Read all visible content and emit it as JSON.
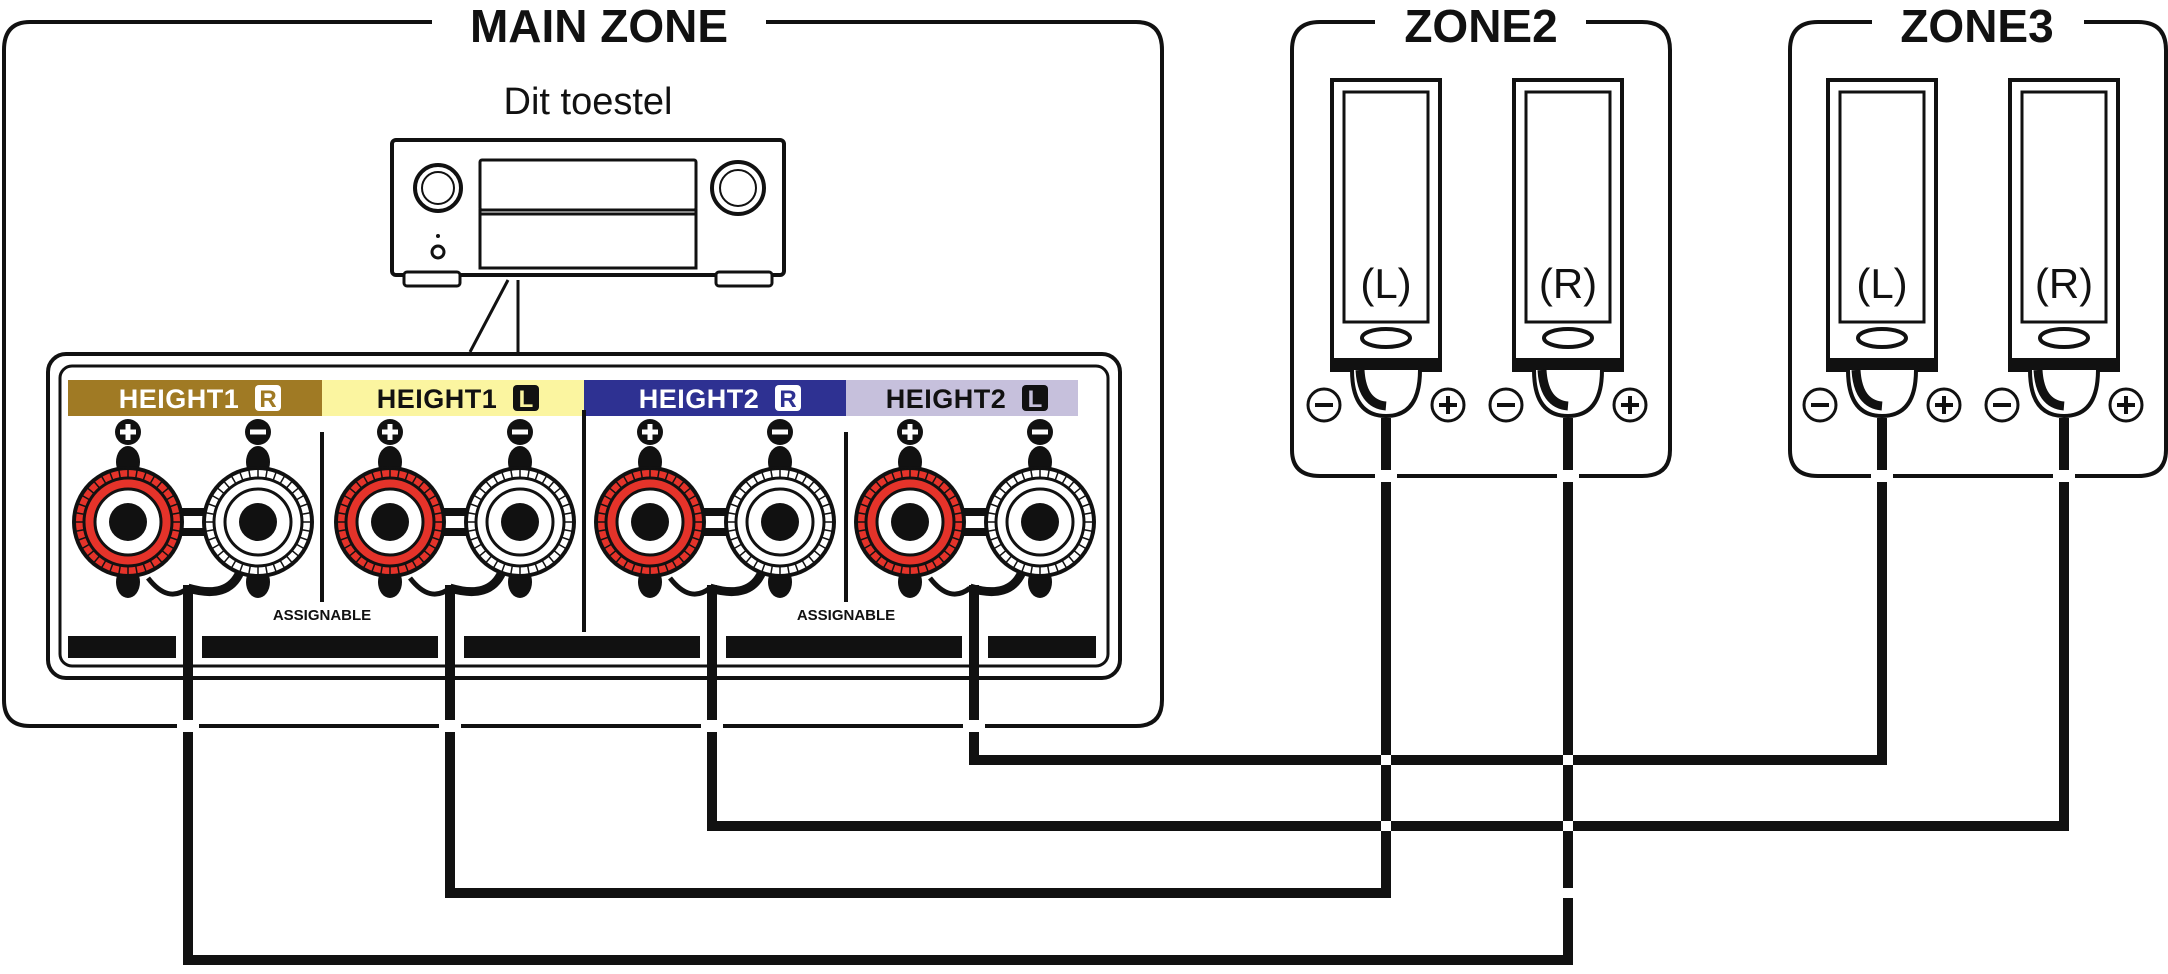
{
  "zones": {
    "main_title": "MAIN ZONE",
    "zone2_title": "ZONE2",
    "zone3_title": "ZONE3"
  },
  "device_label": "Dit toestel",
  "terminals": [
    {
      "label": "HEIGHT1",
      "side": "R",
      "color": "#a07a24",
      "label_color": "#ffffff",
      "badge_fill": "#ffffff",
      "badge_text": "#a07a24"
    },
    {
      "label": "HEIGHT1",
      "side": "L",
      "color": "#fbf5a0",
      "label_color": "#111111",
      "badge_fill": "#111111",
      "badge_text": "#fbf5a0"
    },
    {
      "label": "HEIGHT2",
      "side": "R",
      "color": "#2e3192",
      "label_color": "#ffffff",
      "badge_fill": "#ffffff",
      "badge_text": "#2e3192"
    },
    {
      "label": "HEIGHT2",
      "side": "L",
      "color": "#c6c0dc",
      "label_color": "#111111",
      "badge_fill": "#111111",
      "badge_text": "#c6c0dc"
    }
  ],
  "assignable_labels": [
    "ASSIGNABLE",
    "ASSIGNABLE"
  ],
  "polarity": {
    "plus": "+",
    "minus": "−"
  },
  "zone2_speakers": [
    {
      "channel": "(L)"
    },
    {
      "channel": "(R)"
    }
  ],
  "zone3_speakers": [
    {
      "channel": "(L)"
    },
    {
      "channel": "(R)"
    }
  ],
  "colors": {
    "positive_terminal": "#e5332a",
    "negative_terminal": "#ffffff",
    "line": "#111111"
  }
}
